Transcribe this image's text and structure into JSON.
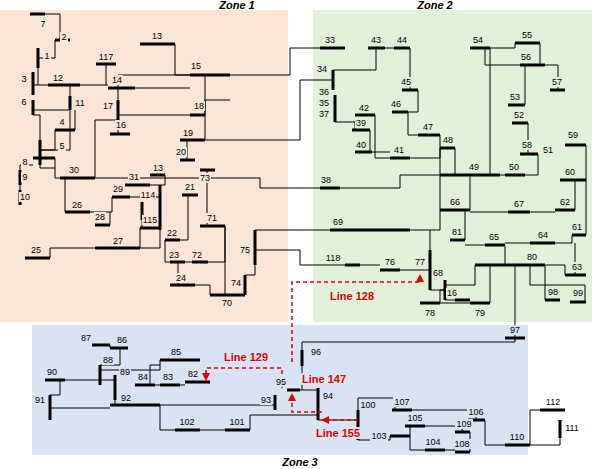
{
  "diagram": {
    "nodes": [
      {
        "text": [
          "Zone 1"
        ]
      },
      {
        "text": [
          "Zone 2"
        ]
      },
      {
        "text": [
          "Zone 3"
        ]
      }
    ],
    "labels": [
      "7",
      "2",
      "1",
      "117",
      "13",
      "3",
      "12",
      "14",
      "15",
      "6",
      "11",
      "17",
      "18",
      "4",
      "16",
      "19",
      "5",
      "8",
      "9",
      "30",
      "10",
      "31",
      "13",
      "20",
      "73",
      "21",
      "29",
      "114",
      "26",
      "28",
      "115",
      "71",
      "22",
      "25",
      "27",
      "23",
      "72",
      "24",
      "75",
      "74",
      "70",
      "33",
      "43",
      "44",
      "54",
      "55",
      "34",
      "45",
      "56",
      "57",
      "46",
      "53",
      "36",
      "35",
      "37",
      "42",
      "52",
      "39",
      "47",
      "58",
      "51",
      "59",
      "40",
      "41",
      "48",
      "49",
      "50",
      "60",
      "38",
      "66",
      "67",
      "62",
      "69",
      "81",
      "65",
      "64",
      "61",
      "118",
      "76",
      "77",
      "68",
      "80",
      "63",
      "16",
      "98",
      "99",
      "78",
      "79",
      "97",
      "87",
      "86",
      "88",
      "85",
      "90",
      "89",
      "84",
      "83",
      "82",
      "96",
      "91",
      "95",
      "93",
      "94",
      "92",
      "107",
      "106",
      "112",
      "100",
      "105",
      "109",
      "111",
      "103",
      "104",
      "110",
      "108",
      "102",
      "101",
      "Line 128",
      "Line 129",
      "Line 147",
      "Line 155"
    ]
  }
}
